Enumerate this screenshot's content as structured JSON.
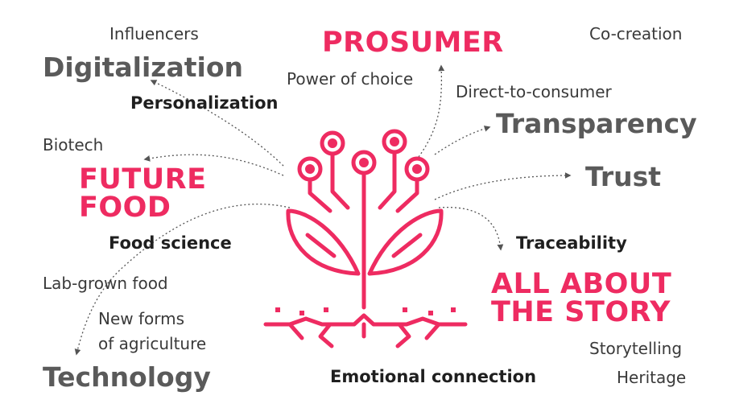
{
  "colors": {
    "accent": "#ee2b61",
    "text_dark": "#1f1f1f",
    "text_gray": "#5a5a5a"
  },
  "icon": "flower-circuit-icon",
  "labels": {
    "influencers": "Influencers",
    "digitalization": "Digitalization",
    "personalization": "Personalization",
    "prosumer": "PROSUMER",
    "power_of_choice": "Power of choice",
    "co_creation": "Co-creation",
    "direct_to_consumer": "Direct-to-consumer",
    "transparency": "Transparency",
    "biotech": "Biotech",
    "future_food_1": "FUTURE",
    "future_food_2": "FOOD",
    "trust": "Trust",
    "food_science": "Food science",
    "traceability": "Traceability",
    "lab_grown_food": "Lab-grown food",
    "all_about_story_1": "ALL ABOUT",
    "all_about_story_2": "THE STORY",
    "new_forms_1": "New forms",
    "new_forms_2": "of agriculture",
    "storytelling": "Storytelling",
    "technology": "Technology",
    "emotional_connection": "Emotional connection",
    "heritage": "Heritage"
  }
}
